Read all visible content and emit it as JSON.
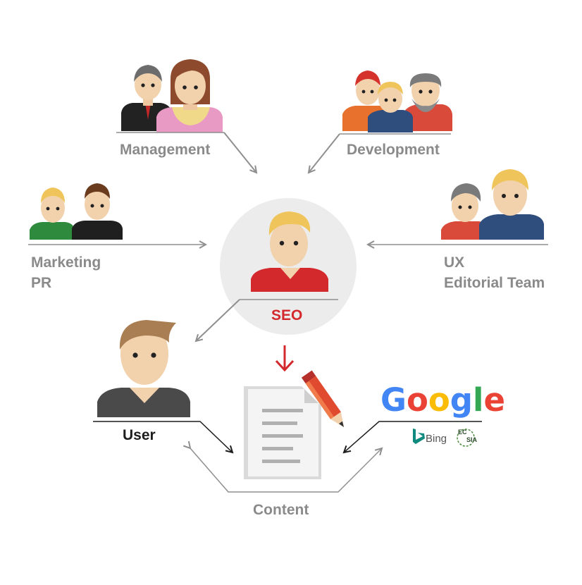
{
  "labels": {
    "management": "Management",
    "development": "Development",
    "marketing_line1": "Marketing",
    "marketing_line2": "PR",
    "ux_line1": "UX",
    "ux_line2": "Editorial Team",
    "seo": "SEO",
    "user": "User",
    "content": "Content"
  },
  "brands": {
    "google": [
      "G",
      "o",
      "o",
      "g",
      "l",
      "e"
    ],
    "bing": "Bing",
    "ecosia_line1": "EC",
    "ecosia_line2": "SIA"
  },
  "colors": {
    "arrow_gray": "#8f8f8f",
    "seo_red": "#d3292d",
    "google_blue": "#4285F4",
    "google_red": "#EA4335",
    "google_yellow": "#FBBC05",
    "google_green": "#34A853",
    "bing_teal": "#0e8a7e"
  }
}
